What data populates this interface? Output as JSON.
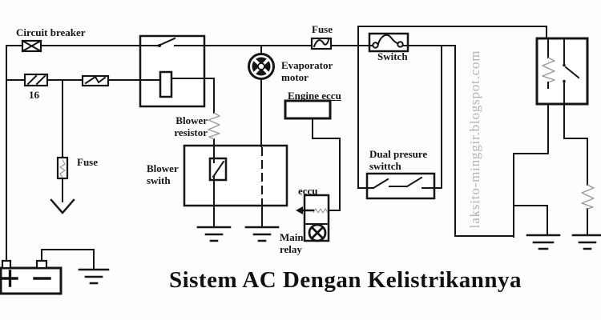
{
  "diagram": {
    "title": "Sistem AC Dengan Kelistrikannya",
    "watermark": "laksito-minggir.blogspot.com",
    "labels": {
      "circuit_breaker": "Circuit breaker",
      "fuse_rating": "16",
      "fuse_left": "Fuse",
      "fuse_top": "Fuse",
      "blower_resistor_1": "Blower",
      "blower_resistor_2": "resistor",
      "blower_switch_1": "Blower",
      "blower_switch_2": "swith",
      "evaporator_motor_1": "Evaporator",
      "evaporator_motor_2": "motor",
      "engine_eccu": "Engine eccu",
      "switch": "Switch",
      "dual_pressure_1": "Dual presure",
      "dual_pressure_2": "swittch",
      "eccu": "eccu",
      "main_relay_1": "Main",
      "main_relay_2": "relay"
    },
    "colors": {
      "wire": "#151515",
      "background": "#fdfdfd",
      "watermark": "#b3b3b3",
      "resistor_gray": "#999999"
    }
  }
}
